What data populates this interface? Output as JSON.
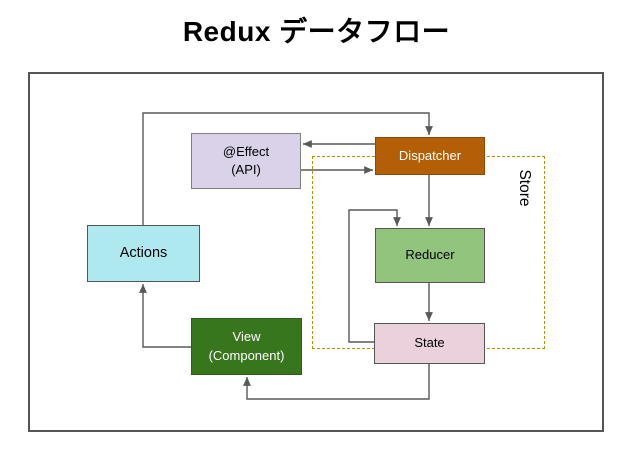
{
  "title": "Redux データフロー",
  "diagram": {
    "type": "flowchart",
    "store_label": "Store",
    "store_border_color": "#bf9000",
    "connector_color": "#595959",
    "outer_border_color": "#555555",
    "nodes": {
      "effect": {
        "line1": "@Effect",
        "line2": "(API)",
        "fill": "#d9d2e9",
        "border": "#808080",
        "text": "#000000"
      },
      "dispatcher": {
        "line1": "Dispatcher",
        "line2": "",
        "fill": "#b45f06",
        "border": "#8a4a08",
        "text": "#ffffff"
      },
      "actions": {
        "line1": "Actions",
        "line2": "",
        "fill": "#aee9f0",
        "border": "#555555",
        "text": "#000000"
      },
      "reducer": {
        "line1": "Reducer",
        "line2": "",
        "fill": "#93c47d",
        "border": "#555555",
        "text": "#000000"
      },
      "view": {
        "line1": "View",
        "line2": "(Component)",
        "fill": "#38761d",
        "border": "#2d5e18",
        "text": "#ffffff"
      },
      "state": {
        "line1": "State",
        "line2": "",
        "fill": "#ead1dc",
        "border": "#555555",
        "text": "#000000"
      }
    },
    "store_members": [
      "dispatcher",
      "reducer",
      "state"
    ],
    "edges": [
      {
        "from": "actions",
        "to": "dispatcher"
      },
      {
        "from": "dispatcher",
        "to": "effect"
      },
      {
        "from": "effect",
        "to": "dispatcher"
      },
      {
        "from": "dispatcher",
        "to": "reducer"
      },
      {
        "from": "state",
        "to": "reducer"
      },
      {
        "from": "reducer",
        "to": "state"
      },
      {
        "from": "state",
        "to": "view"
      },
      {
        "from": "view",
        "to": "actions"
      }
    ]
  }
}
